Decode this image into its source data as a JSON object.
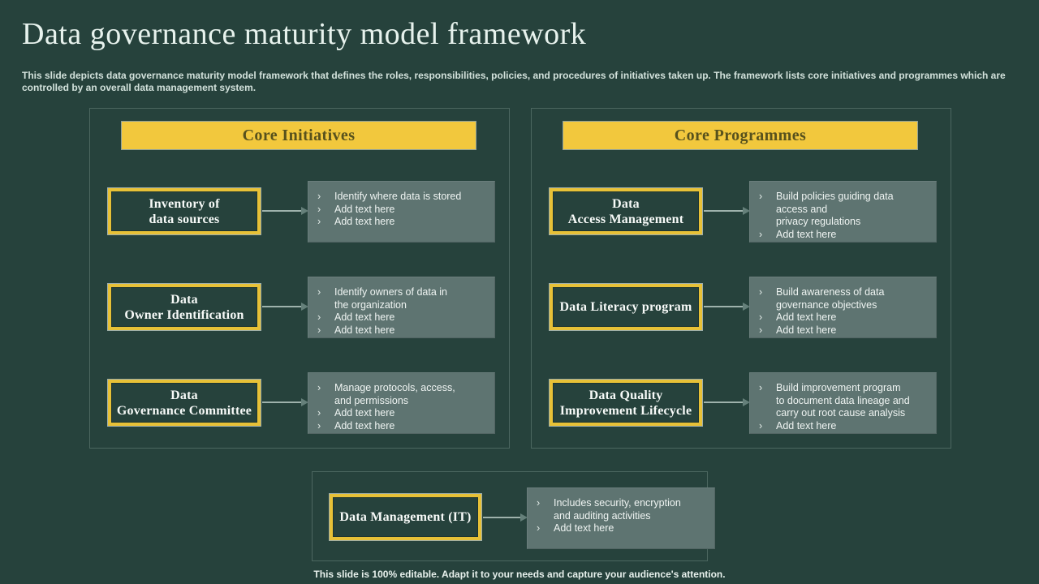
{
  "slide": {
    "title": "Data governance maturity model framework",
    "subtitle": "This slide depicts data governance maturity model framework that defines the roles, responsibilities, policies, and procedures of initiatives taken up. The framework lists core initiatives and programmes which are controlled by an overall data management system.",
    "footer": "This slide is 100% editable. Adapt it to your needs and capture your audience's attention."
  },
  "ui": {
    "bullet_char": "›"
  },
  "colors": {
    "background": "#26423C",
    "accent_yellow": "#F2C83D",
    "panel_border": "#4C6760",
    "callout_background": "#5E7471",
    "header_text": "#57511D",
    "light_text": "#EFF4F2"
  },
  "panels": [
    {
      "header": "Core Initiatives",
      "rows": [
        {
          "label": "Inventory of\ndata sources",
          "bullets": [
            "Identify where data is stored",
            "Add text here",
            "Add text here"
          ]
        },
        {
          "label": "Data\nOwner Identification",
          "bullets": [
            "Identify owners of data in\nthe organization",
            "Add text here",
            "Add text here"
          ]
        },
        {
          "label": "Data\nGovernance Committee",
          "bullets": [
            "Manage protocols, access,\nand permissions",
            "Add text here",
            "Add text here"
          ]
        }
      ]
    },
    {
      "header": "Core Programmes",
      "rows": [
        {
          "label": "Data\nAccess Management",
          "bullets": [
            "Build policies guiding data\naccess and\nprivacy regulations",
            "Add text here"
          ]
        },
        {
          "label": "Data Literacy program",
          "bullets": [
            "Build awareness of data\ngovernance objectives",
            "Add text here",
            "Add text here"
          ]
        },
        {
          "label": "Data Quality\nImprovement Lifecycle",
          "bullets": [
            "Build improvement program\nto document data lineage and\ncarry out root cause analysis",
            "Add text here"
          ]
        }
      ]
    }
  ],
  "bottom": {
    "label": "Data Management (IT)",
    "bullets": [
      "Includes security, encryption\nand auditing activities",
      "Add text here"
    ]
  }
}
